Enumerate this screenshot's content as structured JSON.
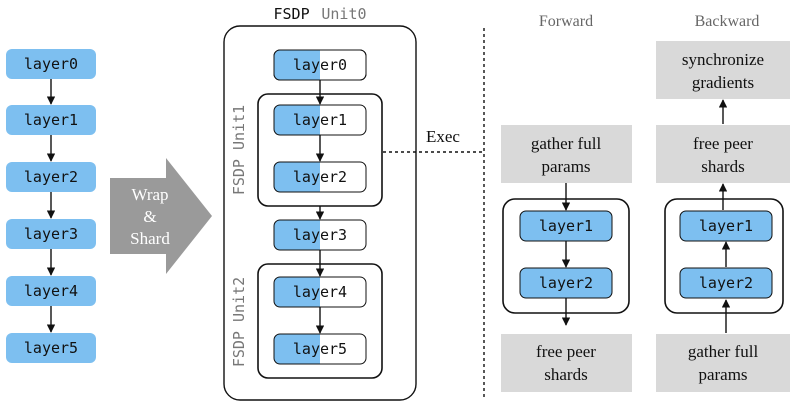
{
  "left_layers": [
    "layer0",
    "layer1",
    "layer2",
    "layer3",
    "layer4",
    "layer5"
  ],
  "wrap_arrow": {
    "line1": "Wrap",
    "line2": "&",
    "line3": "Shard"
  },
  "fsdp": {
    "title_prefix": "FSDP",
    "title_unit": "Unit0",
    "unit1_label": "FSDP Unit1",
    "unit2_label": "FSDP Unit2",
    "layers": [
      "layer0",
      "layer1",
      "layer2",
      "layer3",
      "layer4",
      "layer5"
    ]
  },
  "exec_label": "Exec",
  "forward": {
    "heading": "Forward",
    "top_box": [
      "gather full",
      "params"
    ],
    "layers": [
      "layer1",
      "layer2"
    ],
    "bottom_box": [
      "free peer",
      "shards"
    ]
  },
  "backward": {
    "heading": "Backward",
    "top_box": [
      "synchronize",
      "gradients"
    ],
    "middle_box": [
      "free peer",
      "shards"
    ],
    "layers": [
      "layer1",
      "layer2"
    ],
    "bottom_box": [
      "gather full",
      "params"
    ]
  },
  "colors": {
    "layer_blue": "#7dbff0",
    "gray_box": "#d9d9d9",
    "arrow_gray": "#9a9a9a"
  }
}
